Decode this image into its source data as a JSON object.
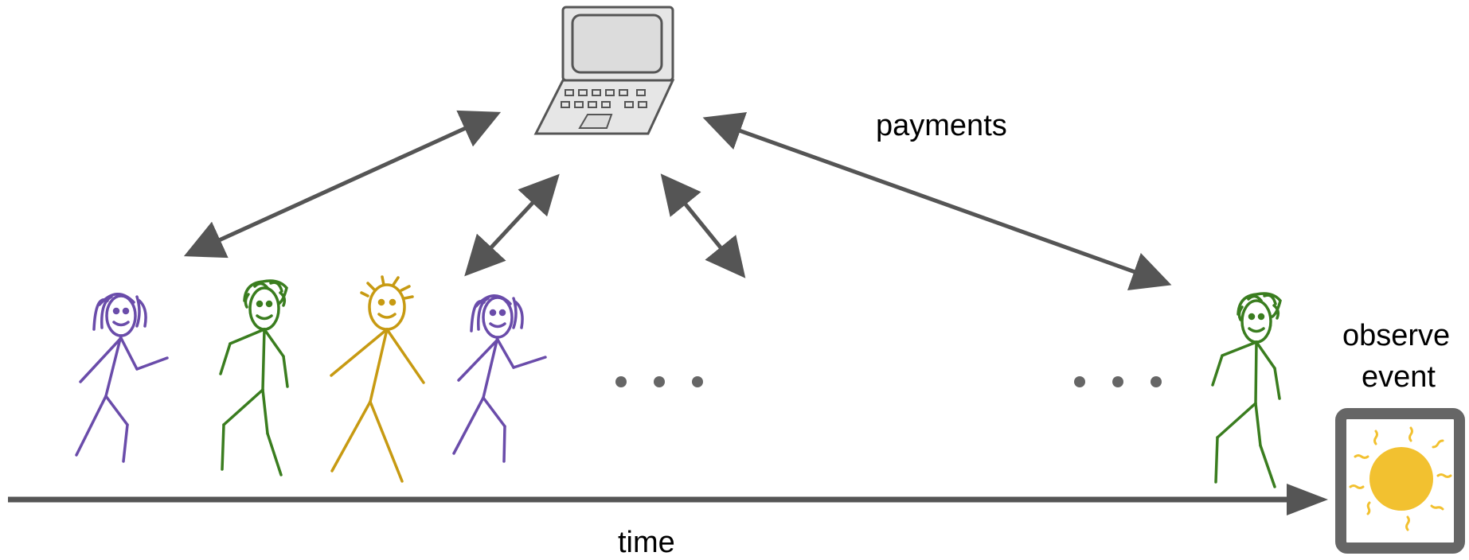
{
  "labels": {
    "payments": "payments",
    "time": "time",
    "observe": "observe",
    "event": "event"
  },
  "icons": {
    "laptop": "laptop-icon",
    "sun": "sun-icon",
    "ellipsis": "ellipsis-icon"
  },
  "colors": {
    "purple": "#6a4caa",
    "green": "#3a7d1f",
    "gold": "#c79a12",
    "arrow": "#555555",
    "sun": "#f2c130",
    "frame": "#666666",
    "laptop_body": "#e6e6e6",
    "laptop_screen": "#dcdcdc"
  },
  "people": [
    {
      "name": "person-1",
      "color": "purple"
    },
    {
      "name": "person-2",
      "color": "green"
    },
    {
      "name": "person-3",
      "color": "gold"
    },
    {
      "name": "person-4",
      "color": "purple"
    },
    {
      "name": "person-5",
      "color": "green"
    }
  ]
}
